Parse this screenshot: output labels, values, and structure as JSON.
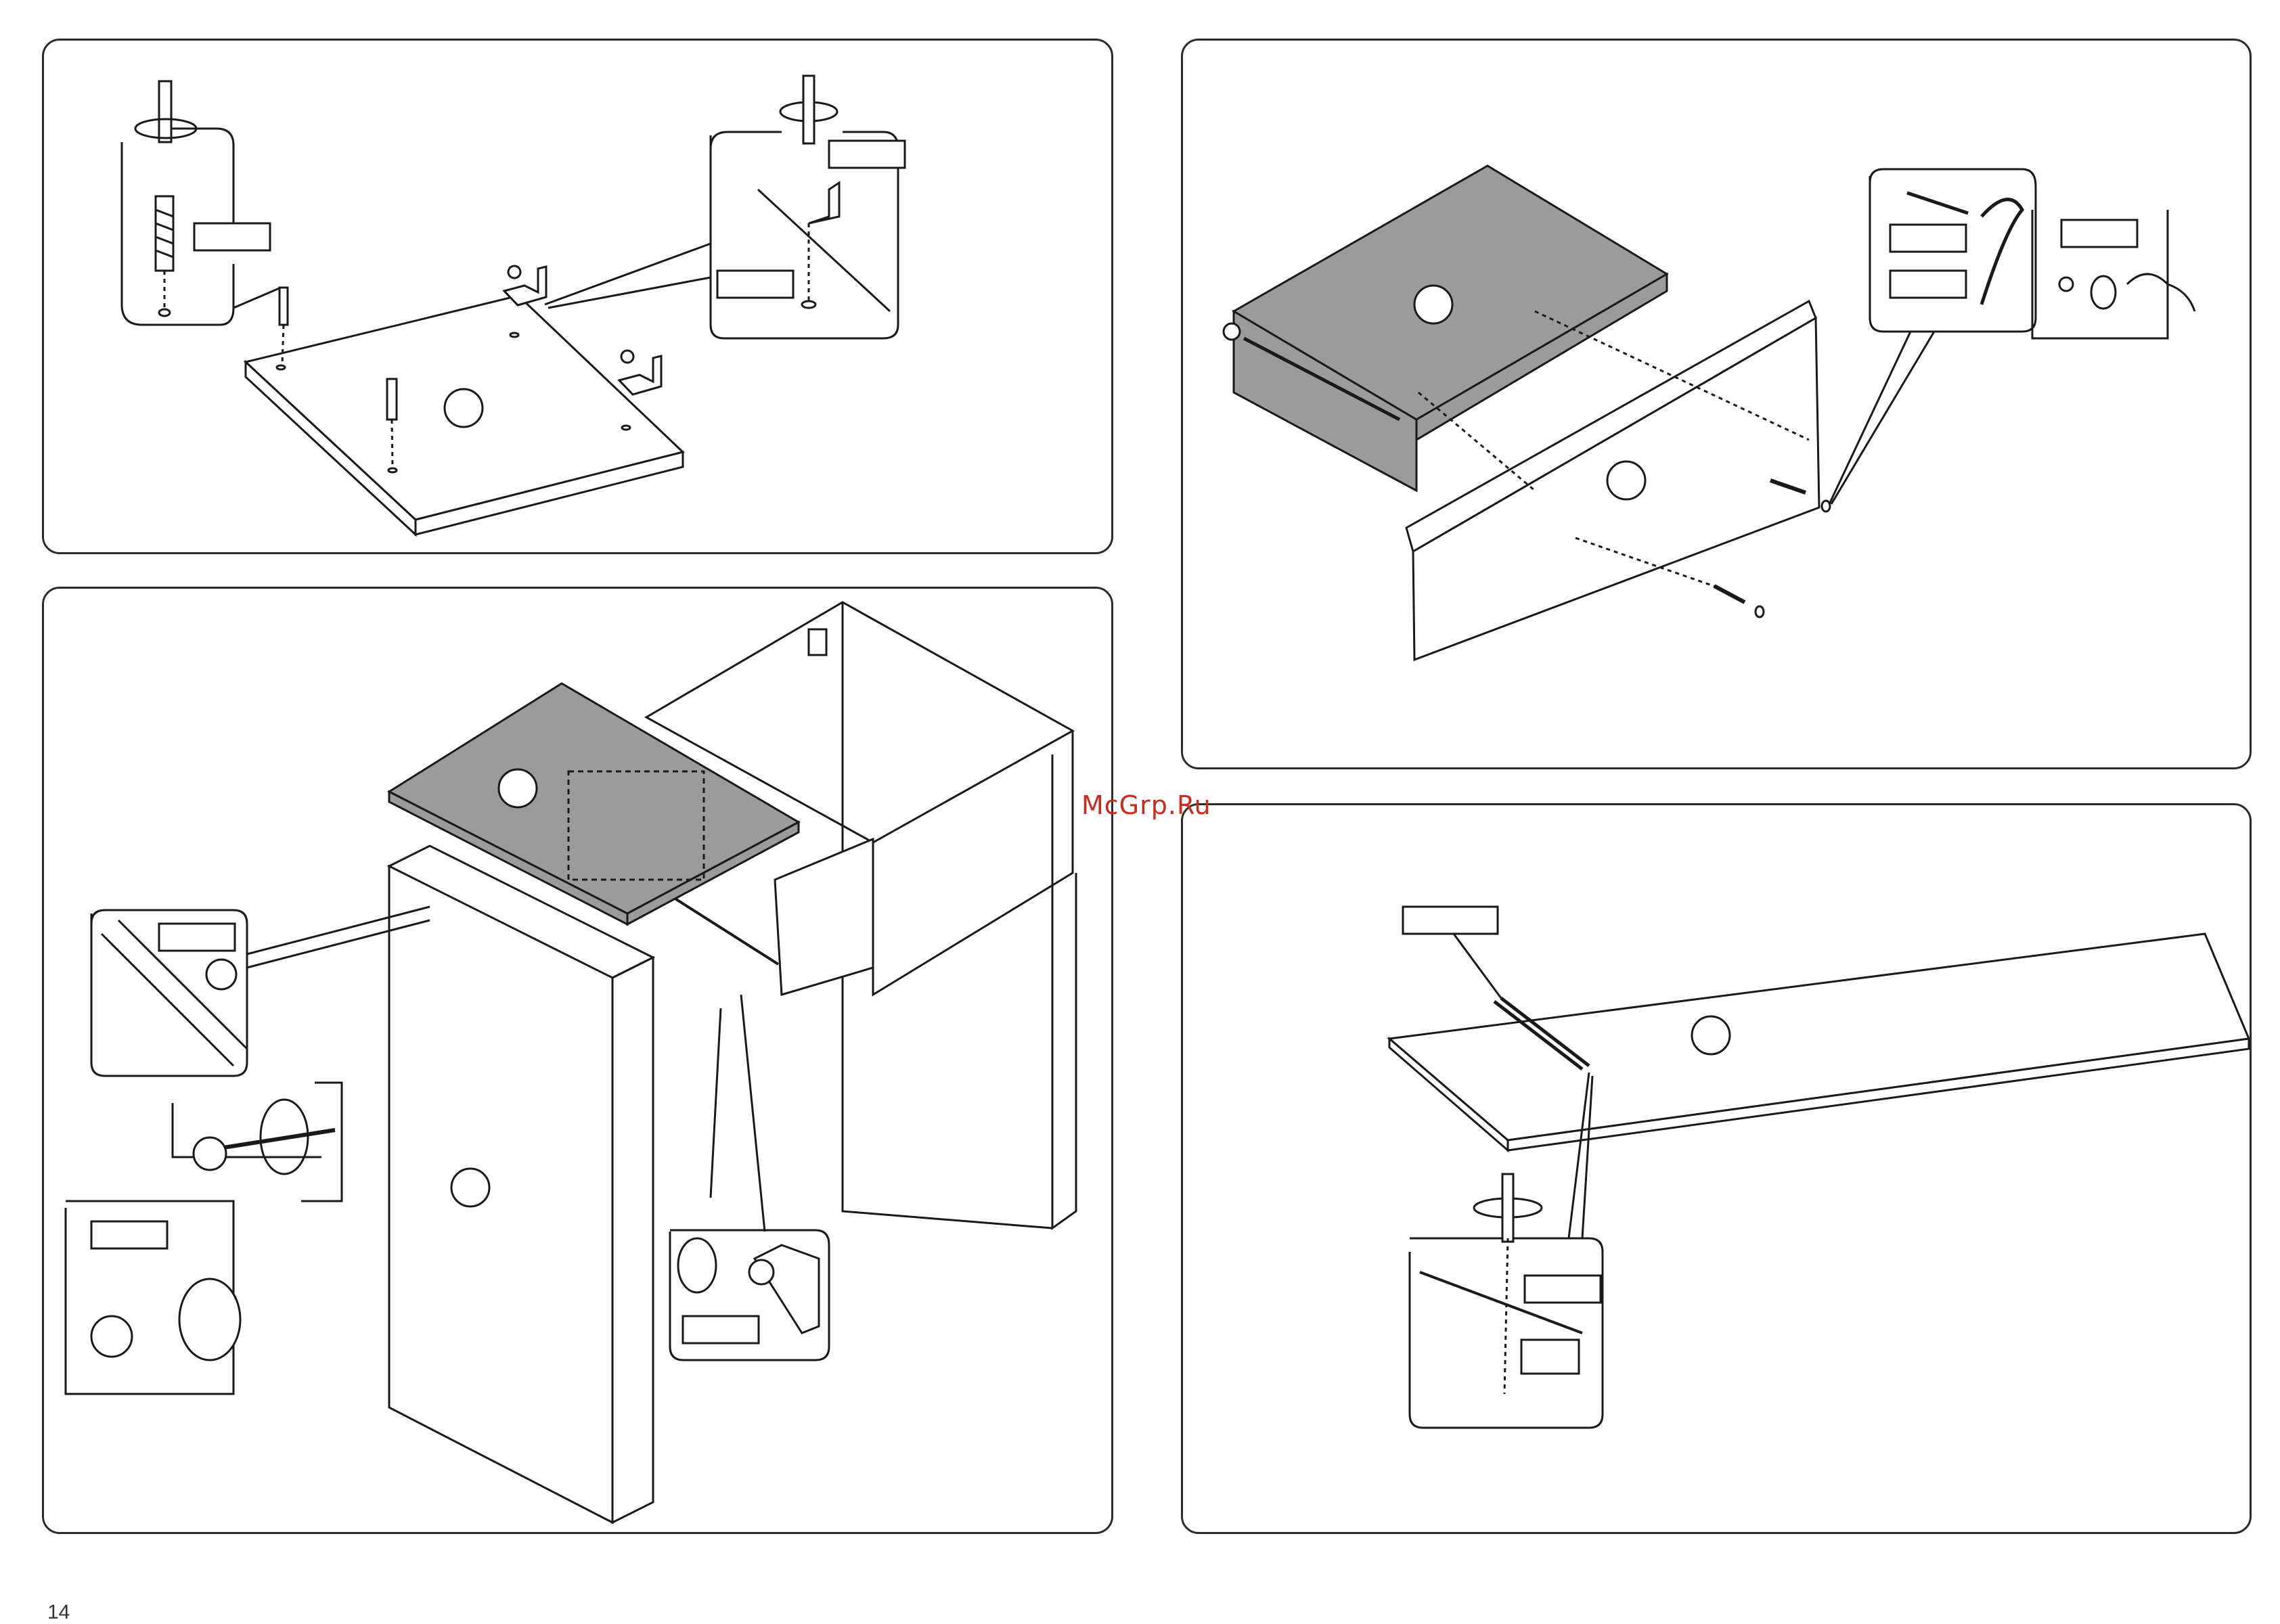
{
  "watermark": {
    "text": "McGrp.Ru"
  },
  "page": {
    "number": "14"
  },
  "panels": [
    {
      "id": "panel-top-left",
      "step": "panel-1"
    },
    {
      "id": "panel-top-right",
      "step": "panel-2"
    },
    {
      "id": "panel-bottom-left",
      "step": "panel-3"
    },
    {
      "id": "panel-bottom-right",
      "step": "panel-4"
    }
  ],
  "colors": {
    "line": "#1a1a1a",
    "panel_grey": "#9b9b9b",
    "label_box": "#ffffff",
    "watermark": "#cc2a1e"
  }
}
